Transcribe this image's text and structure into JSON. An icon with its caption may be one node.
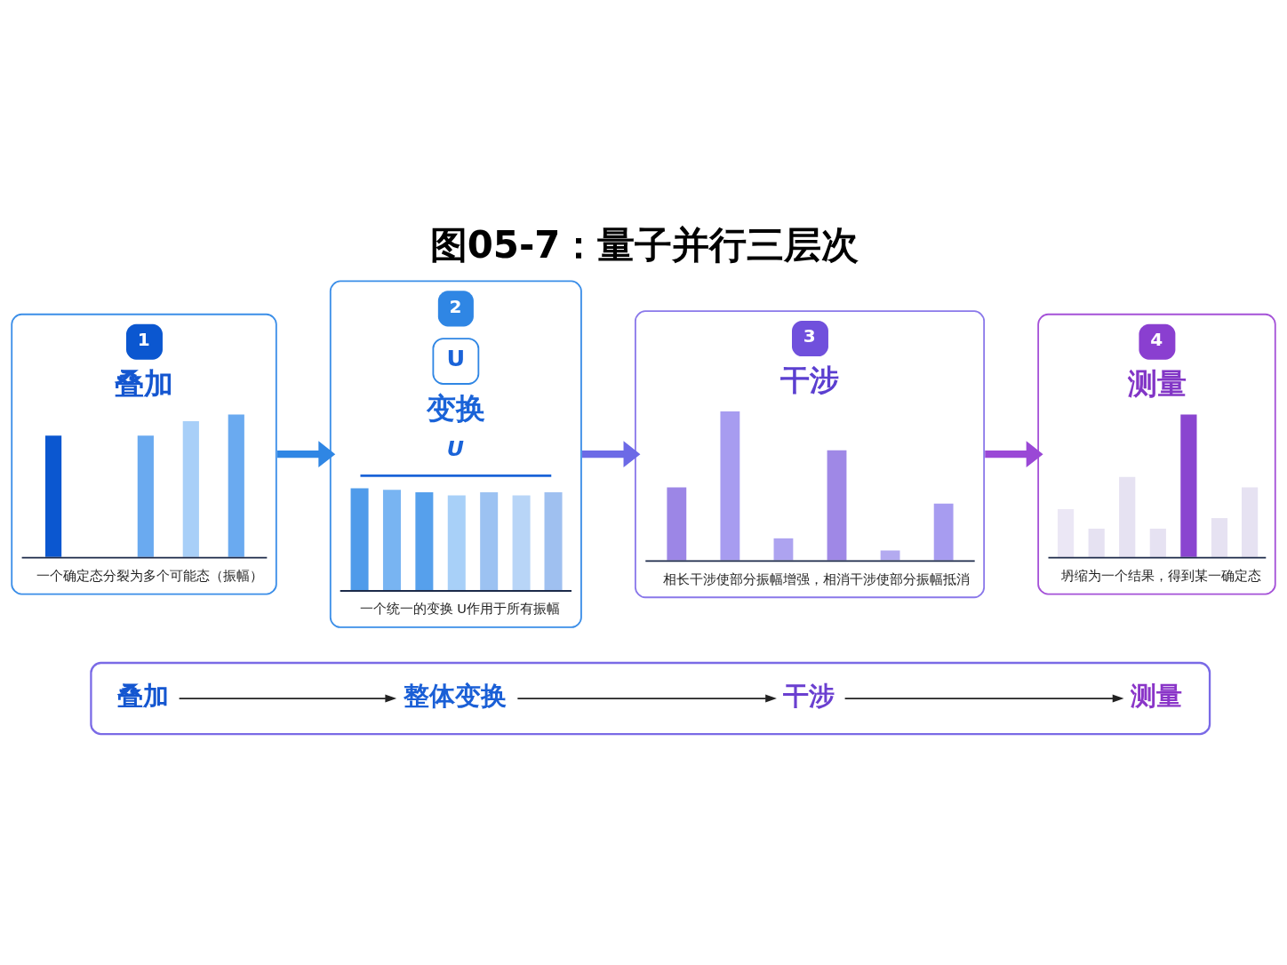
{
  "diagram": {
    "title": "图05-7：量子并行三层次",
    "nodes": [
      {
        "text": [
          "1",
          "叠加",
          "一个确定态分裂为多个可能态（振幅）"
        ]
      },
      {
        "text": [
          "2",
          "U",
          "变换",
          "U",
          "一个统一的变换 U作用于所有振幅"
        ]
      },
      {
        "text": [
          "3",
          "干涉",
          "相长干涉使部分振幅增强，相消干涉使部分振幅抵消"
        ]
      },
      {
        "text": [
          "4",
          "测量",
          "坍缩为一个结果，得到某一确定态"
        ]
      },
      {
        "text": [],
        "shape": "box"
      },
      {
        "text": [
          "叠加"
        ],
        "in": 4
      },
      {
        "text": [
          "整体变换"
        ],
        "in": 4
      },
      {
        "text": [
          "干涉"
        ],
        "in": 4
      },
      {
        "text": [
          "测量"
        ],
        "in": 4
      }
    ],
    "edges": [
      {
        "from": 0,
        "to": 1,
        "arrow": "to",
        "style": "thick",
        "color": "#2f86e4"
      },
      {
        "from": 1,
        "to": 2,
        "arrow": "to",
        "style": "thick",
        "color": "#6c6ae6"
      },
      {
        "from": 2,
        "to": 3,
        "arrow": "to",
        "style": "thick",
        "color": "#9a48d6"
      },
      {
        "from": 5,
        "to": 6,
        "arrow": "to"
      },
      {
        "from": 6,
        "to": 7,
        "arrow": "to"
      },
      {
        "from": 7,
        "to": 8,
        "arrow": "to"
      }
    ]
  }
}
